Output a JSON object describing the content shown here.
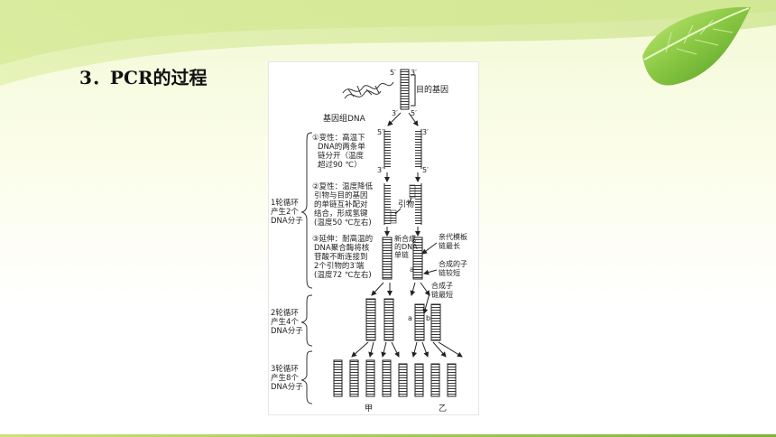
{
  "slide": {
    "number": "3",
    "separator": "．",
    "title": "PCR的过程",
    "colors": {
      "band_light": "#f3f9d6",
      "band_green": "#b8d86a",
      "leaf_dark": "#5ea52a",
      "leaf_light": "#a6d45a"
    }
  },
  "diagram": {
    "top_labels": {
      "five_prime": "5′",
      "three_prime": "3′",
      "target_gene": "目的基因",
      "genomic_dna": "基因组DNA"
    },
    "end_labels": {
      "five": "5′",
      "three": "3′"
    },
    "steps": [
      {
        "lines": [
          "①变性：高温下",
          "DNA的两条单",
          "链分开（温度",
          "超过90 ℃）"
        ]
      },
      {
        "lines": [
          "②复性：温度降低",
          "引物与目的基因",
          "的单链互补配对",
          "结合，形成氢键",
          "(温度50 ℃左右)"
        ]
      },
      {
        "lines": [
          "③延伸：耐高温的",
          "DNA聚合酶将核",
          "苷酸不断连接到",
          "2个引物的3′端",
          "(温度72 ℃左右)"
        ]
      }
    ],
    "cycle1": [
      "1轮循环",
      "产生2个",
      "DNA分子"
    ],
    "cycle2": [
      "2轮循环",
      "产生4个",
      "DNA分子"
    ],
    "cycle3": [
      "3轮循环",
      "产生8个",
      "DNA分子"
    ],
    "primer_label": "引物",
    "new_strand": [
      "新合成",
      "的DNA",
      "单链"
    ],
    "annotations": {
      "parent_template": [
        "亲代模板",
        "链最长"
      ],
      "synth_longer": [
        "合成的子",
        "链较短"
      ],
      "synth_shortest": [
        "合成子",
        "链最短"
      ]
    },
    "strand_a": "a",
    "strand_b": "b",
    "bottom_labels": {
      "jia": "甲",
      "yi": "乙"
    }
  }
}
